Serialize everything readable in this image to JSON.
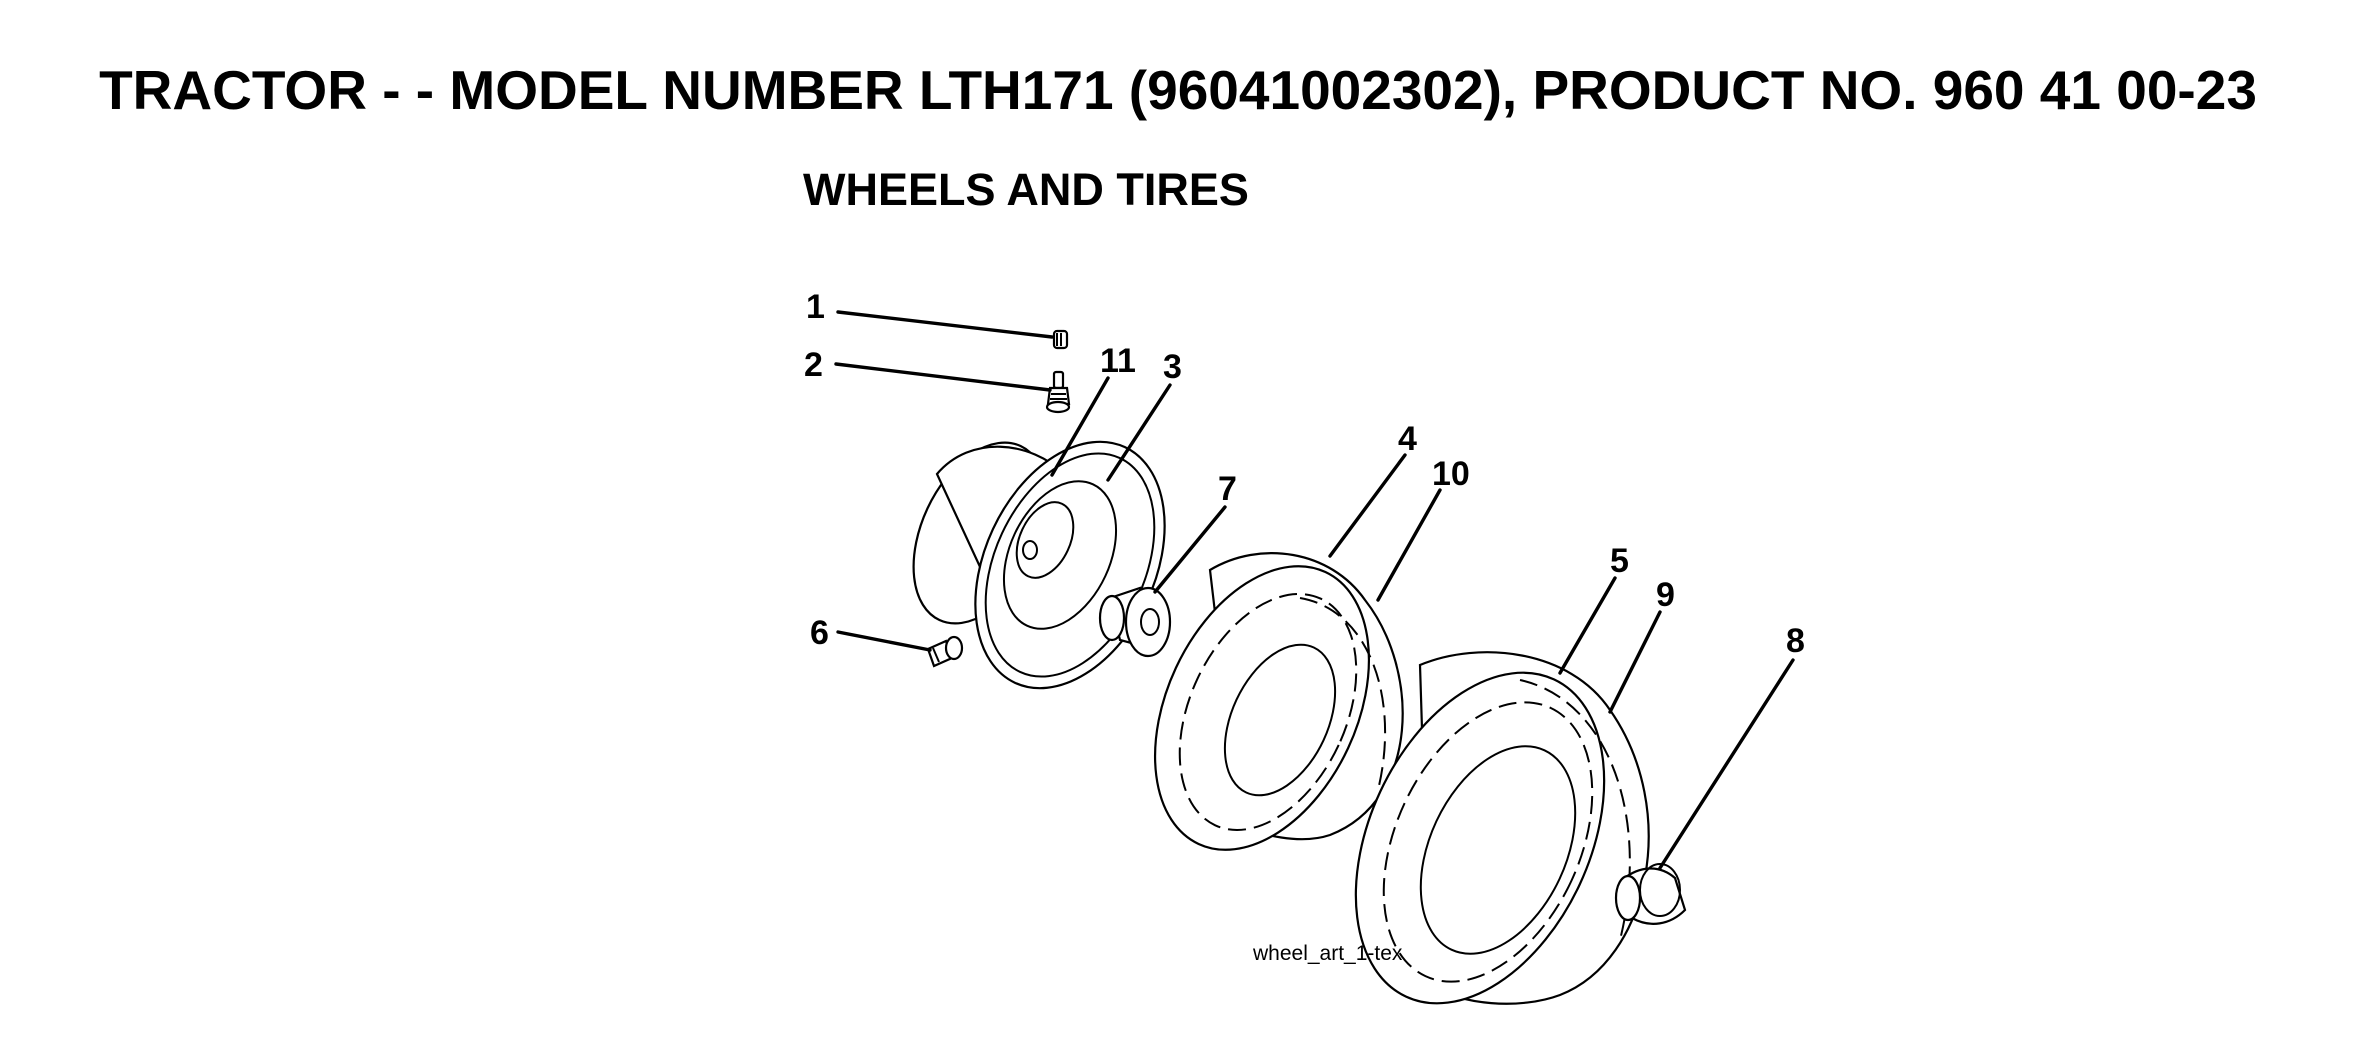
{
  "header": {
    "title": "TRACTOR - - MODEL NUMBER LTH171 (96041002302), PRODUCT NO. 960 41 00-23",
    "section": "WHEELS AND TIRES"
  },
  "diagram": {
    "caption": "wheel_art_1-tex",
    "callouts": [
      "1",
      "2",
      "11",
      "3",
      "4",
      "10",
      "7",
      "5",
      "9",
      "6",
      "8"
    ],
    "parts": [
      {
        "ref": "1",
        "icon": "valve-cap-icon"
      },
      {
        "ref": "2",
        "icon": "valve-stem-icon"
      },
      {
        "ref": "3",
        "icon": "rim-icon"
      },
      {
        "ref": "11",
        "icon": "rim-band-icon"
      },
      {
        "ref": "4",
        "icon": "front-tire-icon"
      },
      {
        "ref": "10",
        "icon": "front-tire-icon"
      },
      {
        "ref": "7",
        "icon": "bushing-icon"
      },
      {
        "ref": "5",
        "icon": "rear-tire-icon"
      },
      {
        "ref": "9",
        "icon": "rear-tire-icon"
      },
      {
        "ref": "6",
        "icon": "grease-fitting-icon"
      },
      {
        "ref": "8",
        "icon": "hub-bushing-icon"
      }
    ],
    "colors": {
      "ink": "#000000",
      "paper": "#ffffff"
    }
  }
}
